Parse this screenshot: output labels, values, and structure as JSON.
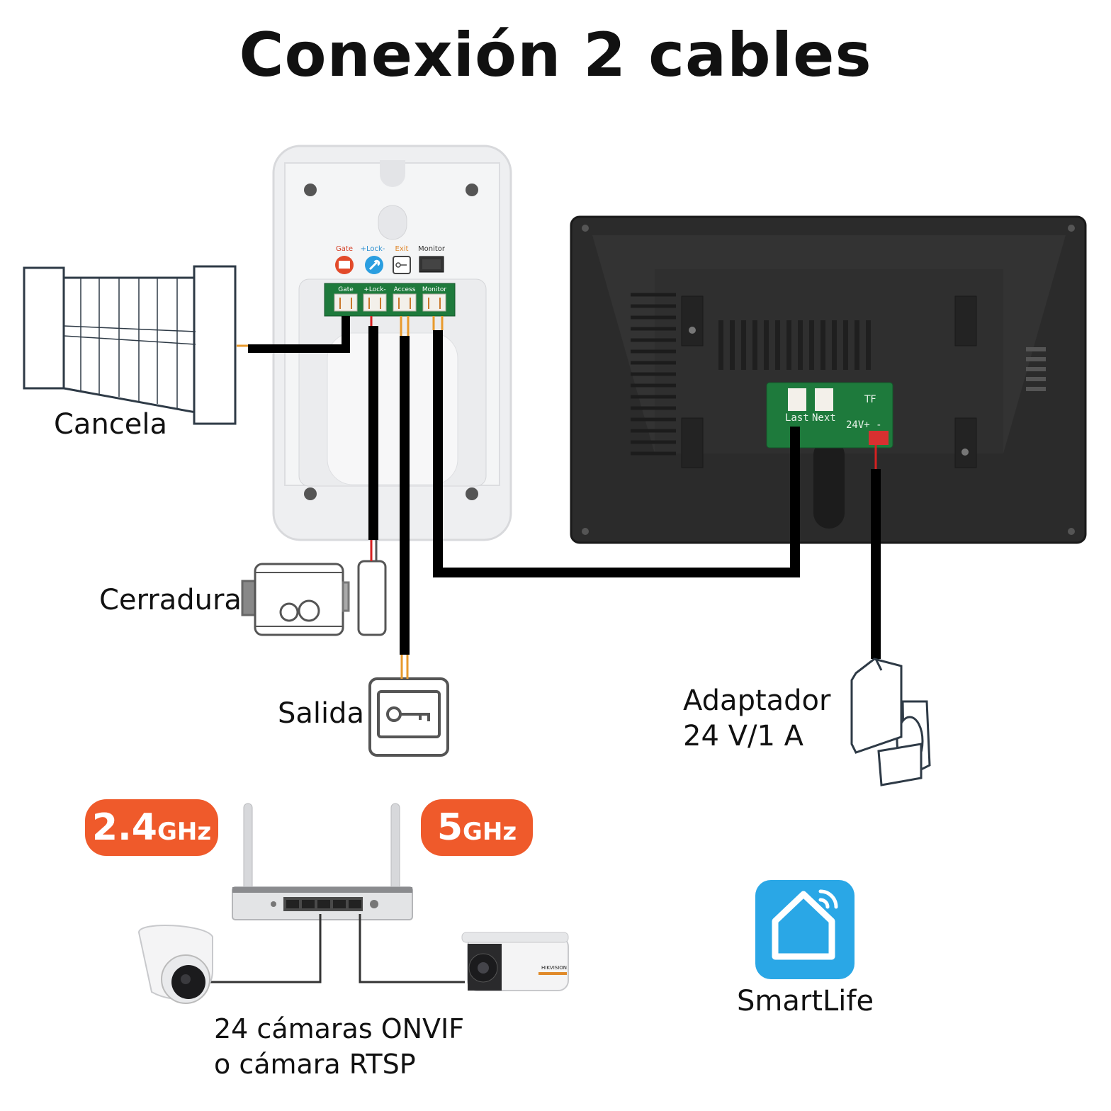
{
  "title": "Conexión 2 cables",
  "labels": {
    "gate": "Cancela",
    "lock": "Cerradura",
    "exit": "Salida",
    "adapter_line1": "Adaptador",
    "adapter_line2": "24 V/1 A",
    "cameras_line1": "24 cámaras ONVIF",
    "cameras_line2": "o cámara RTSP",
    "app": "SmartLife"
  },
  "outdoor_unit": {
    "icon_labels": [
      "Gate",
      "+Lock-",
      "Exit",
      "Monitor"
    ],
    "terminal_labels": [
      "Gate",
      "+Lock-",
      "Access",
      "Monitor"
    ]
  },
  "monitor_board": {
    "tf": "TF",
    "last": "Last",
    "next": "Next",
    "power": "24V+  -"
  },
  "badges": {
    "band1_number": "2.4",
    "band1_unit": "GHz",
    "band2_number": "5",
    "band2_unit": "GHz"
  },
  "camera_brand": "HIKVISION",
  "colors": {
    "badge": "#ef5a2b",
    "app_icon": "#2aa7e6",
    "monitor_body": "#2b2b2b",
    "pcb": "#1e7a3c",
    "wire": "#000000",
    "wire_red": "#d62020",
    "wire_orange": "#e89a2c"
  }
}
